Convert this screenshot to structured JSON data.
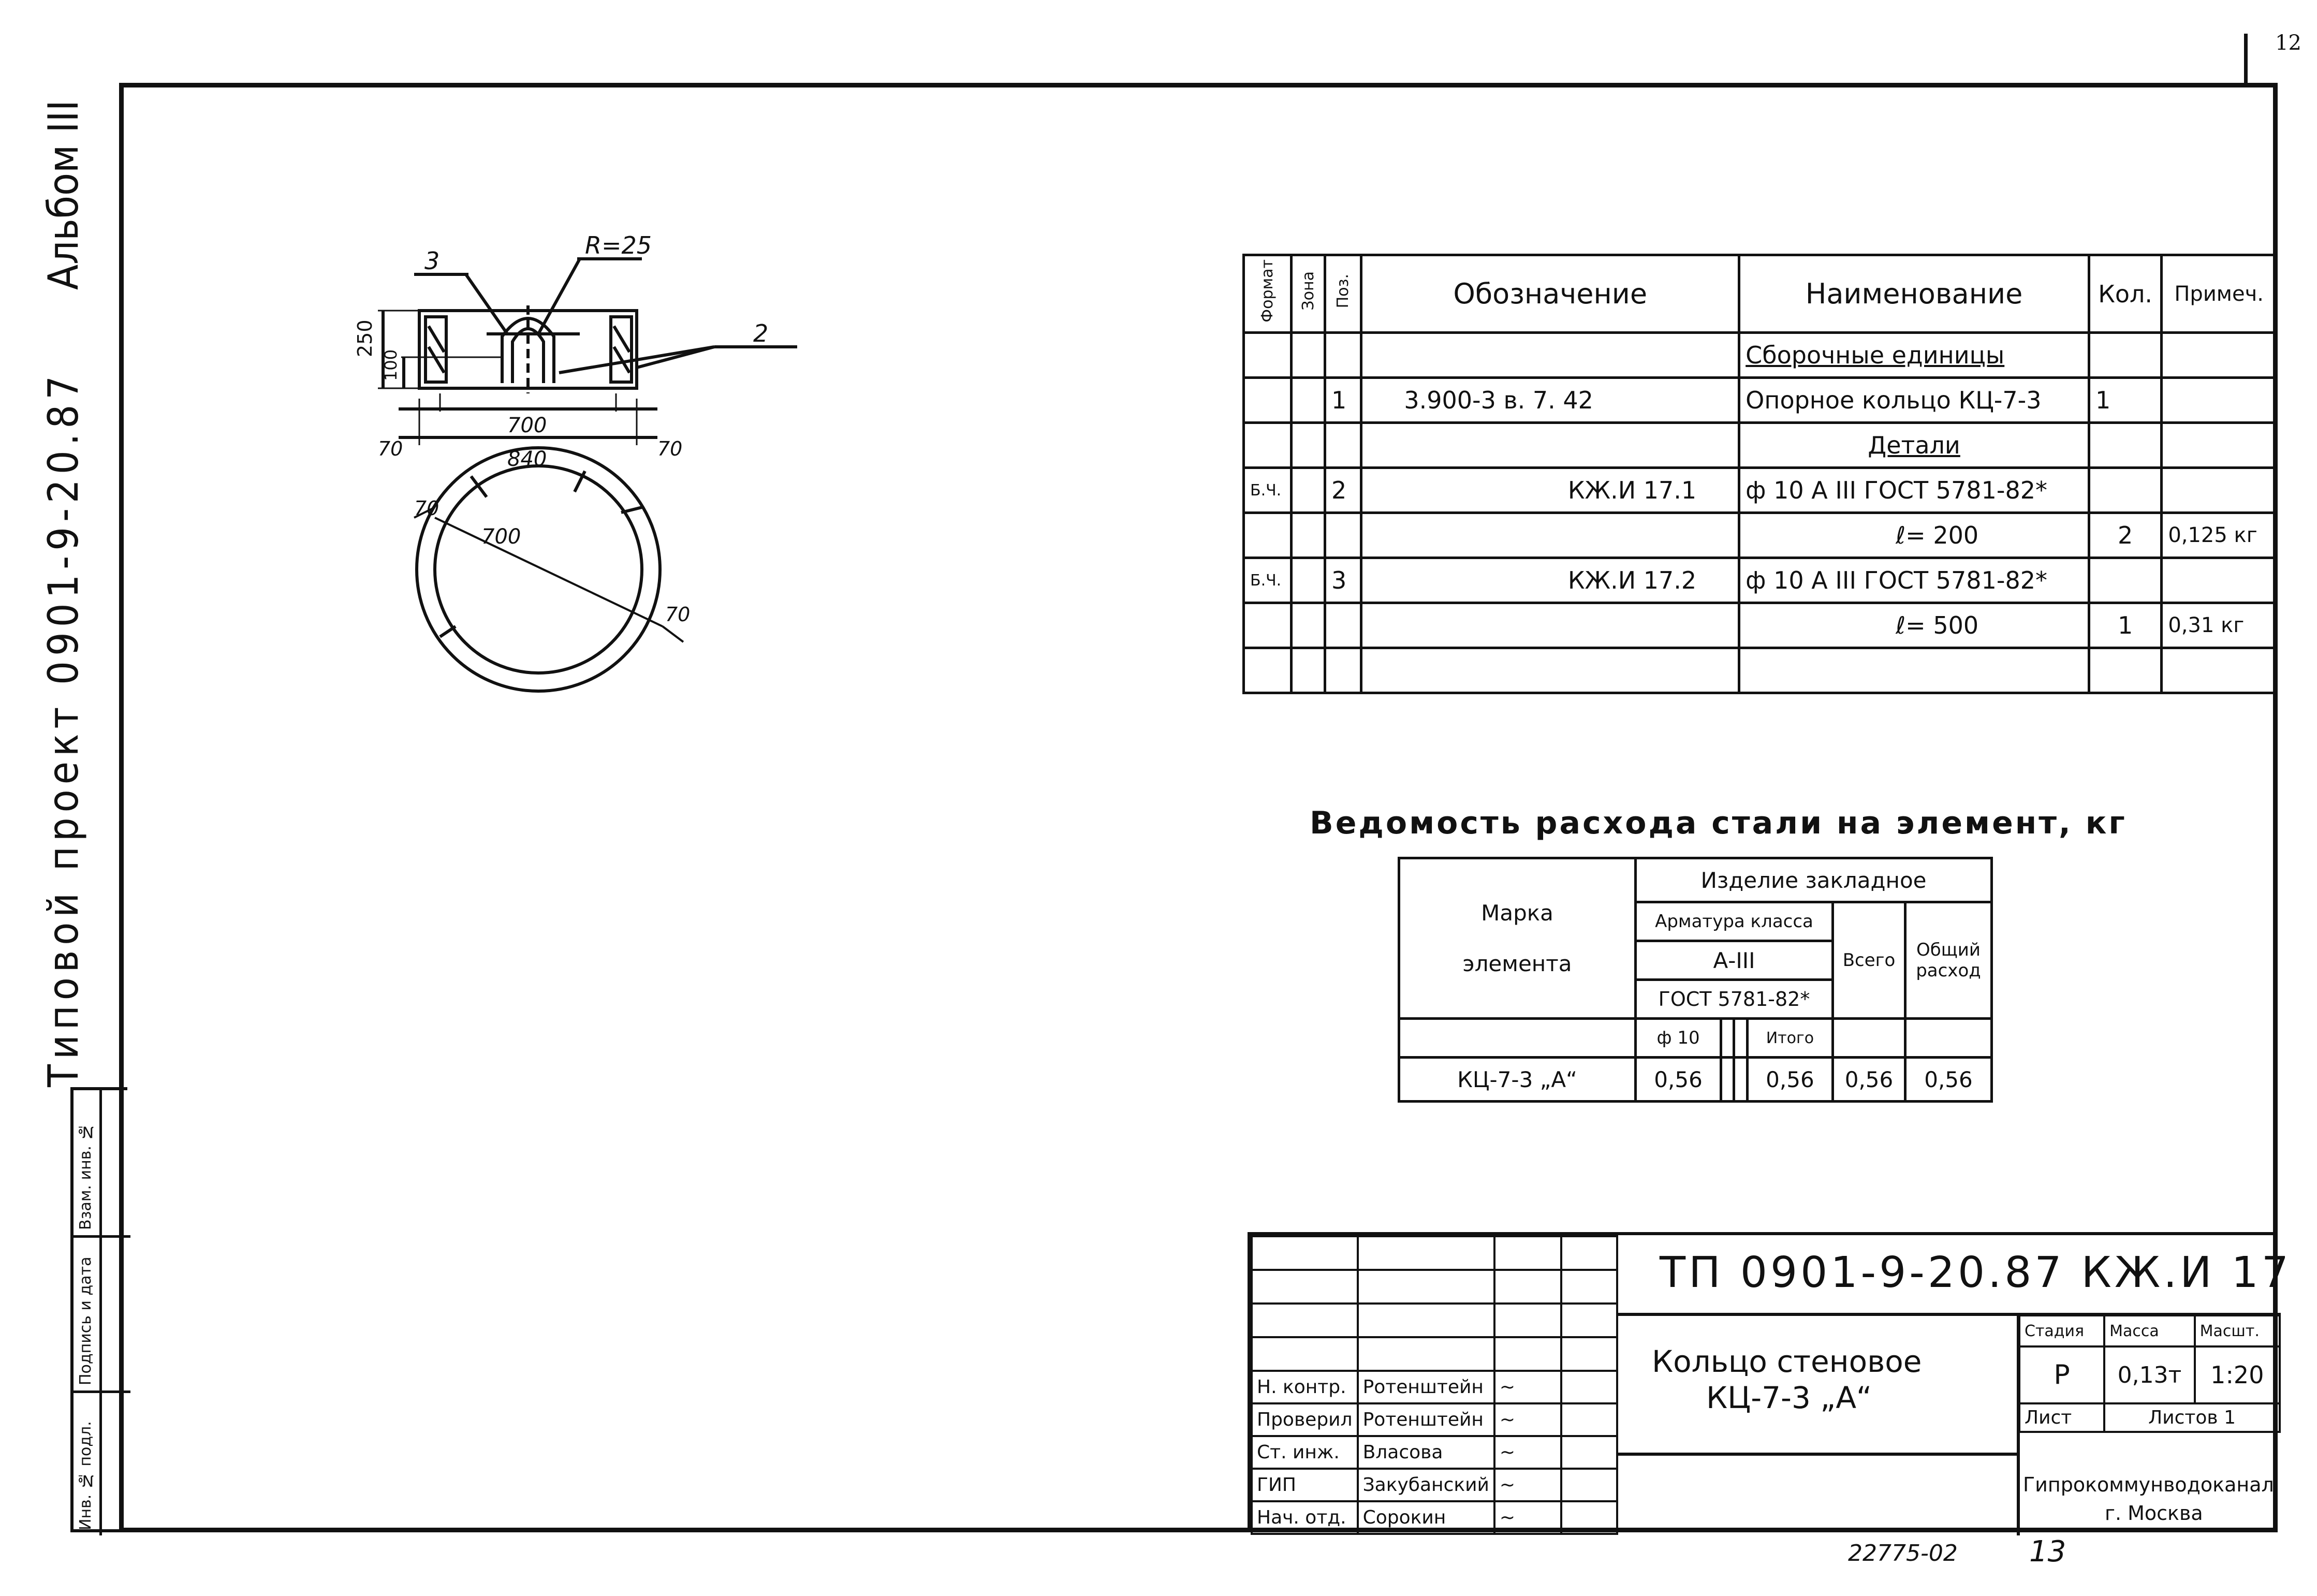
{
  "sheet_number": "12",
  "sidebar": {
    "album": "Альбом III",
    "project": "Типовой проект 0901-9-20.87",
    "fields": [
      "Инв. № подл.",
      "Подпись и дата",
      "Взам. инв. №"
    ]
  },
  "drawing": {
    "dimensions": {
      "r": "R=25",
      "h_total": "250",
      "h_slot": "100",
      "wall_left": "70",
      "wall_right": "70",
      "inner": "700",
      "outer": "840",
      "plan_wall_1": "70",
      "plan_inner": "700",
      "plan_wall_2": "70"
    },
    "leaders": {
      "p3": "3",
      "p2": "2"
    }
  },
  "spec_table": {
    "headers": {
      "format": "Формат",
      "zone": "Зона",
      "pos": "Поз.",
      "designation": "Обозначение",
      "name": "Наименование",
      "qty": "Кол.",
      "note": "Примеч."
    },
    "rows": [
      {
        "format": "",
        "zone": "",
        "pos": "",
        "designation": "",
        "name": "Сборочные единицы",
        "qty": "",
        "note": ""
      },
      {
        "format": "",
        "zone": "",
        "pos": "1",
        "designation": "3.900-3    в. 7. 42",
        "name": "Опорное кольцо КЦ-7-3",
        "qty": "1",
        "note": ""
      },
      {
        "format": "",
        "zone": "",
        "pos": "",
        "designation": "",
        "name": "Детали",
        "qty": "",
        "note": ""
      },
      {
        "format": "Б.Ч.",
        "zone": "",
        "pos": "2",
        "designation": "КЖ.И 17.1",
        "name": "ф 10 А III   ГОСТ 5781-82*",
        "qty": "",
        "note": ""
      },
      {
        "format": "",
        "zone": "",
        "pos": "",
        "designation": "",
        "name": "ℓ= 200",
        "qty": "2",
        "note": "0,125 кг"
      },
      {
        "format": "Б.Ч.",
        "zone": "",
        "pos": "3",
        "designation": "КЖ.И 17.2",
        "name": "ф 10 А III   ГОСТ 5781-82*",
        "qty": "",
        "note": ""
      },
      {
        "format": "",
        "zone": "",
        "pos": "",
        "designation": "",
        "name": "ℓ= 500",
        "qty": "1",
        "note": "0,31 кг"
      },
      {
        "format": "",
        "zone": "",
        "pos": "",
        "designation": "",
        "name": "",
        "qty": "",
        "note": ""
      }
    ]
  },
  "steel": {
    "title": "Ведомость расхода стали на элемент, кг",
    "mark_header_1": "Марка",
    "mark_header_2": "элемента",
    "embedded": "Изделие закладное",
    "class": "Арматура класса",
    "class_value": "А-III",
    "gost": "ГОСТ 5781-82*",
    "total": "Всего",
    "general": "Общий расход",
    "col_d10": "ф 10",
    "col_sum": "Итого",
    "row": {
      "mark": "КЦ-7-3 „А“",
      "d10": "0,56",
      "c2": "",
      "c3": "",
      "sum": "0,56",
      "total": "0,56",
      "general": "0,56"
    }
  },
  "stamp": {
    "code": "ТП 0901-9-20.87   КЖ.И 17",
    "title_1": "Кольцо стеновое",
    "title_2": "КЦ-7-3 „А“",
    "stage_h": "Стадия",
    "mass_h": "Масса",
    "scale_h": "Масшт.",
    "stage": "Р",
    "mass": "0,13т",
    "scale": "1:20",
    "sheet_h": "Лист",
    "sheets_h": "Листов 1",
    "org_1": "Гипрокоммунводоканал",
    "org_2": "г. Москва",
    "people": [
      {
        "role": "Н. контр.",
        "name": "Ротенштейн"
      },
      {
        "role": "Проверил",
        "name": "Ротенштейн"
      },
      {
        "role": "Ст. инж.",
        "name": "Власова"
      },
      {
        "role": "ГИП",
        "name": "Закубанский"
      },
      {
        "role": "Нач. отд.",
        "name": "Сорокин"
      }
    ]
  },
  "footer": {
    "archive": "22775-02",
    "page": "13"
  }
}
